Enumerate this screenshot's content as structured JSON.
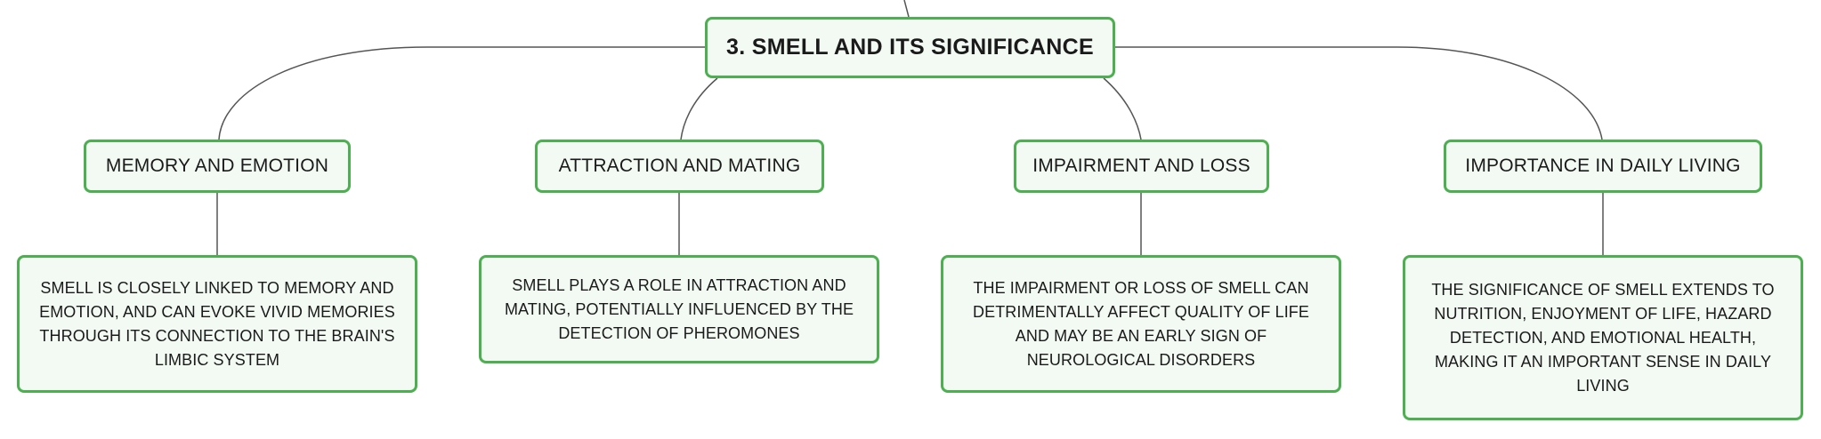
{
  "root": {
    "label": "3. SMELL AND ITS SIGNIFICANCE"
  },
  "branches": [
    {
      "label": "MEMORY AND EMOTION",
      "detail": "SMELL IS CLOSELY LINKED TO MEMORY AND EMOTION, AND CAN EVOKE VIVID MEMORIES THROUGH ITS CONNECTION TO THE BRAIN'S LIMBIC SYSTEM"
    },
    {
      "label": "ATTRACTION AND MATING",
      "detail": "SMELL PLAYS A ROLE IN ATTRACTION AND MATING, POTENTIALLY INFLUENCED BY THE DETECTION OF PHEROMONES"
    },
    {
      "label": "IMPAIRMENT AND LOSS",
      "detail": "THE IMPAIRMENT OR LOSS OF SMELL CAN DETRIMENTALLY AFFECT QUALITY OF LIFE AND MAY BE AN EARLY SIGN OF NEUROLOGICAL DISORDERS"
    },
    {
      "label": "IMPORTANCE IN DAILY LIVING",
      "detail": "THE SIGNIFICANCE OF SMELL EXTENDS TO NUTRITION, ENJOYMENT OF LIFE, HAZARD DETECTION, AND EMOTIONAL HEALTH, MAKING IT AN IMPORTANT SENSE IN DAILY LIVING"
    }
  ],
  "colors": {
    "node_border": "#4caf50",
    "node_fill": "#f2faf3",
    "connector": "#555555"
  }
}
